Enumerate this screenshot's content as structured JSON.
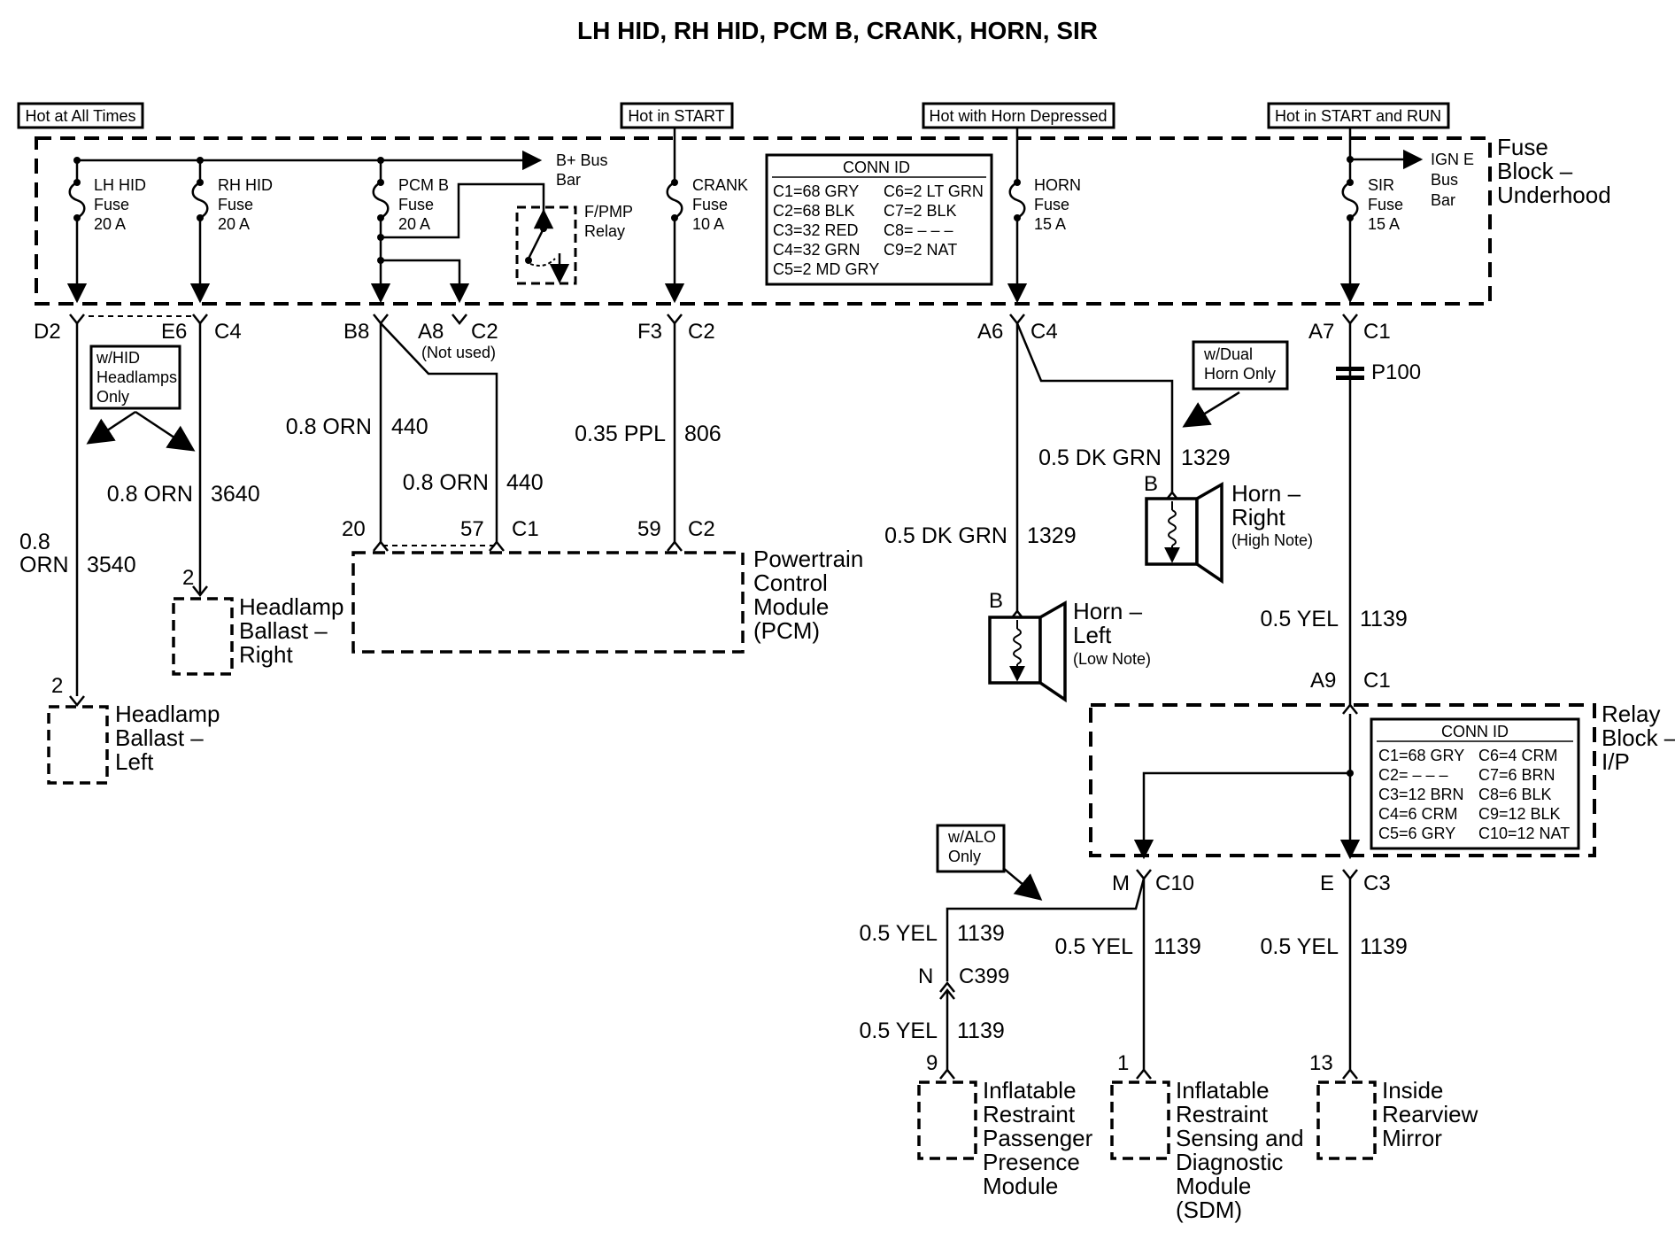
{
  "title": "LH HID, RH HID, PCM B, CRANK, HORN, SIR",
  "power_labels": {
    "hot_all_times": "Hot at All Times",
    "hot_start": "Hot in START",
    "hot_horn": "Hot with Horn Depressed",
    "hot_start_run": "Hot in START and RUN"
  },
  "fuse_block": {
    "label": [
      "Fuse",
      "Block –",
      "Underhood"
    ],
    "fuses": [
      {
        "name": "LH HID",
        "word": "Fuse",
        "rating": "20 A"
      },
      {
        "name": "RH HID",
        "word": "Fuse",
        "rating": "20 A"
      },
      {
        "name": "PCM B",
        "word": "Fuse",
        "rating": "20 A"
      },
      {
        "name": "CRANK",
        "word": "Fuse",
        "rating": "10 A"
      },
      {
        "name": "HORN",
        "word": "Fuse",
        "rating": "15 A"
      },
      {
        "name": "SIR",
        "word": "Fuse",
        "rating": "15 A"
      }
    ],
    "bplus_bus": [
      "B+ Bus",
      "Bar"
    ],
    "igne_bus": [
      "IGN E",
      "Bus",
      "Bar"
    ],
    "fpmp_relay": [
      "F/PMP",
      "Relay"
    ],
    "conn_id": {
      "header": "CONN ID",
      "rows": [
        [
          "C1=68 GRY",
          "C6=2 LT GRN"
        ],
        [
          "C2=68 BLK",
          "C7=2 BLK"
        ],
        [
          "C3=32 RED",
          "C8= – – –"
        ],
        [
          "C4=32 GRN",
          "C9=2 NAT"
        ],
        [
          "C5=2 MD GRY",
          ""
        ]
      ]
    }
  },
  "pins": {
    "d2": "D2",
    "e6": "E6",
    "c4a": "C4",
    "b8": "B8",
    "a8": "A8",
    "c2a": "C2",
    "not_used": "(Not used)",
    "f3": "F3",
    "c2b": "C2",
    "a6": "A6",
    "c4b": "C4",
    "a7": "A7",
    "c1a": "C1",
    "p100": "P100"
  },
  "notes": {
    "hid": [
      "w/HID",
      "Headlamps",
      "Only"
    ],
    "dual_horn": [
      "w/Dual",
      "Horn Only"
    ],
    "alo": [
      "w/ALO",
      "Only"
    ]
  },
  "wires": {
    "w3540_gauge": [
      "0.8",
      "ORN"
    ],
    "w3540_circuit": "3540",
    "w3640_gauge": "0.8 ORN",
    "w3640_circuit": "3640",
    "w440a_gauge": "0.8 ORN",
    "w440a_circuit": "440",
    "w440b_gauge": "0.8 ORN",
    "w440b_circuit": "440",
    "w806_gauge": "0.35 PPL",
    "w806_circuit": "806",
    "w1329r_gauge": "0.5 DK GRN",
    "w1329r_circuit": "1329",
    "w1329l_gauge": "0.5 DK GRN",
    "w1329l_circuit": "1329",
    "w1139_gauge": "0.5 YEL",
    "w1139_circuit": "1139",
    "w1139_m_gauge": "0.5 YEL",
    "w1139_m_circuit": "1139",
    "w1139_e_gauge": "0.5 YEL",
    "w1139_e_circuit": "1139",
    "w1139_n1_gauge": "0.5 YEL",
    "w1139_n1_circuit": "1139",
    "w1139_n2_gauge": "0.5 YEL",
    "w1139_n2_circuit": "1139"
  },
  "pcm": {
    "label": [
      "Powertrain",
      "Control",
      "Module",
      "(PCM)"
    ],
    "pin20": "20",
    "pin57": "57",
    "c1": "C1",
    "pin59": "59",
    "c2": "C2"
  },
  "ballast_right": {
    "label": [
      "Headlamp",
      "Ballast –",
      "Right"
    ],
    "pin": "2"
  },
  "ballast_left": {
    "label": [
      "Headlamp",
      "Ballast –",
      "Left"
    ],
    "pin": "2"
  },
  "horn_right": {
    "name": [
      "Horn –",
      "Right"
    ],
    "note": "(High Note)",
    "pin": "B"
  },
  "horn_left": {
    "name": [
      "Horn –",
      "Left"
    ],
    "note": "(Low Note)",
    "pin": "B"
  },
  "relay_block": {
    "label": [
      "Relay",
      "Block –",
      "I/P"
    ],
    "pin_a9": "A9",
    "pin_c1": "C1",
    "pin_m": "M",
    "pin_c10": "C10",
    "pin_e": "E",
    "pin_c3": "C3",
    "conn_id": {
      "header": "CONN ID",
      "rows": [
        [
          "C1=68 GRY",
          "C6=4 CRM"
        ],
        [
          "C2= – – –",
          "C7=6 BRN"
        ],
        [
          "C3=12 BRN",
          "C8=6 BLK"
        ],
        [
          "C4=6 CRM",
          "C9=12 BLK"
        ],
        [
          "C5=6 GRY",
          "C10=12 NAT"
        ]
      ]
    }
  },
  "c399": {
    "pin": "N",
    "name": "C399"
  },
  "modules": {
    "passenger": {
      "label": [
        "Inflatable",
        "Restraint",
        "Passenger",
        "Presence",
        "Module"
      ],
      "pin": "9"
    },
    "sdm": {
      "label": [
        "Inflatable",
        "Restraint",
        "Sensing and",
        "Diagnostic",
        "Module",
        "(SDM)"
      ],
      "pin": "1"
    },
    "mirror": {
      "label": [
        "Inside",
        "Rearview",
        "Mirror"
      ],
      "pin": "13"
    }
  }
}
